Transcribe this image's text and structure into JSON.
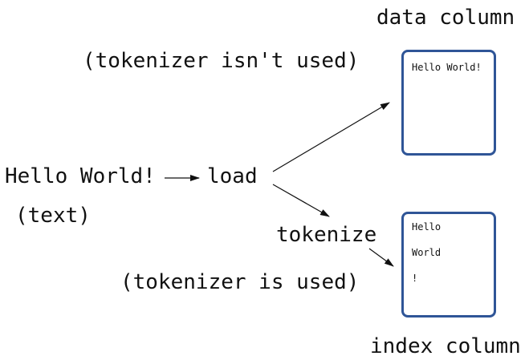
{
  "labels": {
    "data_column": "data column",
    "tokenizer_not_used": "(tokenizer isn't used)",
    "input_text": "Hello World!",
    "load": "load",
    "text_annotation": "(text)",
    "tokenize": "tokenize",
    "tokenizer_used": "(tokenizer is used)",
    "index_column": "index column"
  },
  "data_column_box": {
    "content": "Hello World!"
  },
  "index_column_box": {
    "tokens": [
      "Hello",
      "World",
      "!"
    ]
  },
  "colors": {
    "box_border": "#2f5597",
    "text": "#111111",
    "arrow": "#111111"
  }
}
